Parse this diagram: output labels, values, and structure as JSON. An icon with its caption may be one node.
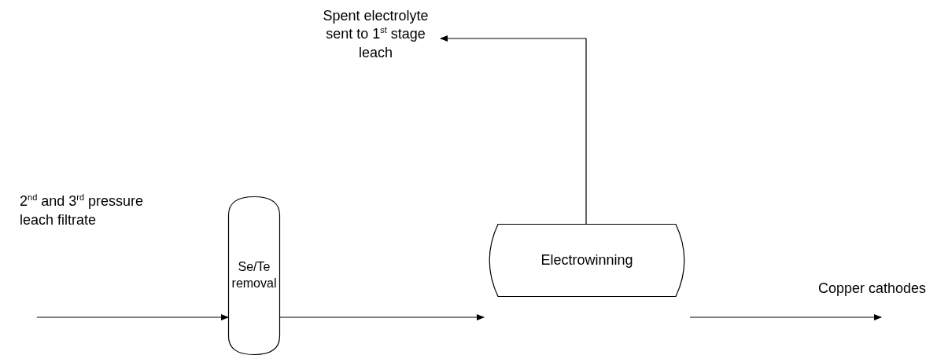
{
  "diagram": {
    "nodes": [
      {
        "text": [
          "Se/Te removal"
        ]
      },
      {
        "text": [
          "Electrowinning"
        ]
      },
      {
        "text": [
          "Spent electrolyte sent to 1$^{st}$ stage leach"
        ]
      }
    ],
    "edges": [
      {
        "from": null,
        "to": 0,
        "arrow": "to"
      },
      {
        "from": 0,
        "to": 1,
        "arrow": "to"
      },
      {
        "from": 1,
        "to": 2,
        "arrow": "to"
      },
      {
        "from": 1,
        "to": null,
        "arrow": "to"
      }
    ],
    "labels": [
      "2$^{nd}$ and 3$^{rd}$ pressure leach filtrate",
      "Copper cathodes"
    ]
  }
}
